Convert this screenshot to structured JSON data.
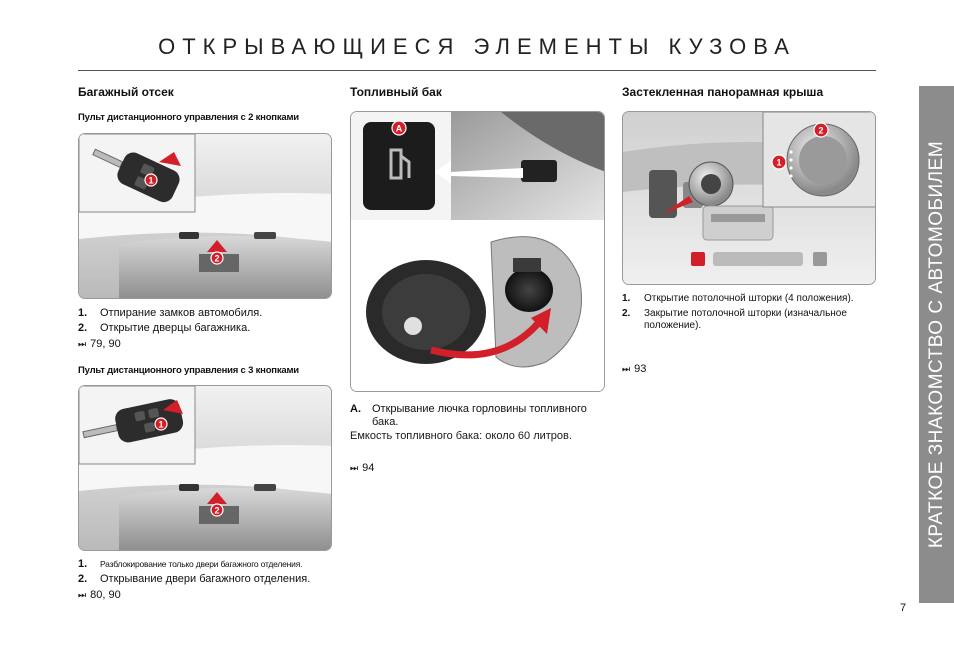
{
  "page_title": "ОТКРЫВАЮЩИЕСЯ ЭЛЕМЕНТЫ КУЗОВА",
  "sidebar_title": "КРАТКОЕ ЗНАКОМСТВО С АВТОМОБИЛЕМ",
  "page_number": "7",
  "ref_icon": "⏭",
  "callouts": {
    "a": "A",
    "one": "1",
    "two": "2"
  },
  "trunk": {
    "heading": "Багажный отсек",
    "remote2": {
      "subheading": "Пульт дистанционного управления с 2 кнопками",
      "items": [
        {
          "num": "1.",
          "text": "Отпирание замков автомобиля."
        },
        {
          "num": "2.",
          "text": "Открытие дверцы багажника."
        }
      ],
      "ref": "79, 90"
    },
    "remote3": {
      "subheading": "Пульт дистанционного управления с 3 кнопками",
      "items": [
        {
          "num": "1.",
          "text": "Разблокирование только двери багажного отделения."
        },
        {
          "num": "2.",
          "text": "Открывание двери багажного отделения."
        }
      ],
      "ref": "80, 90"
    }
  },
  "fuel": {
    "heading": "Топливный бак",
    "items": [
      {
        "num": "A.",
        "text": "Открывание лючка горловины топливного бака."
      }
    ],
    "capacity": "Емкость топливного бака: около 60 литров.",
    "ref": "94"
  },
  "roof": {
    "heading": "Застекленная панорамная крыша",
    "items": [
      {
        "num": "1.",
        "text": "Открытие потолочной шторки (4 положения)."
      },
      {
        "num": "2.",
        "text": "Закрытие потолочной шторки (изначальное положение)."
      }
    ],
    "ref": "93"
  },
  "colors": {
    "accent": "#d21f2a",
    "sidebar": "#8c8c8c"
  }
}
